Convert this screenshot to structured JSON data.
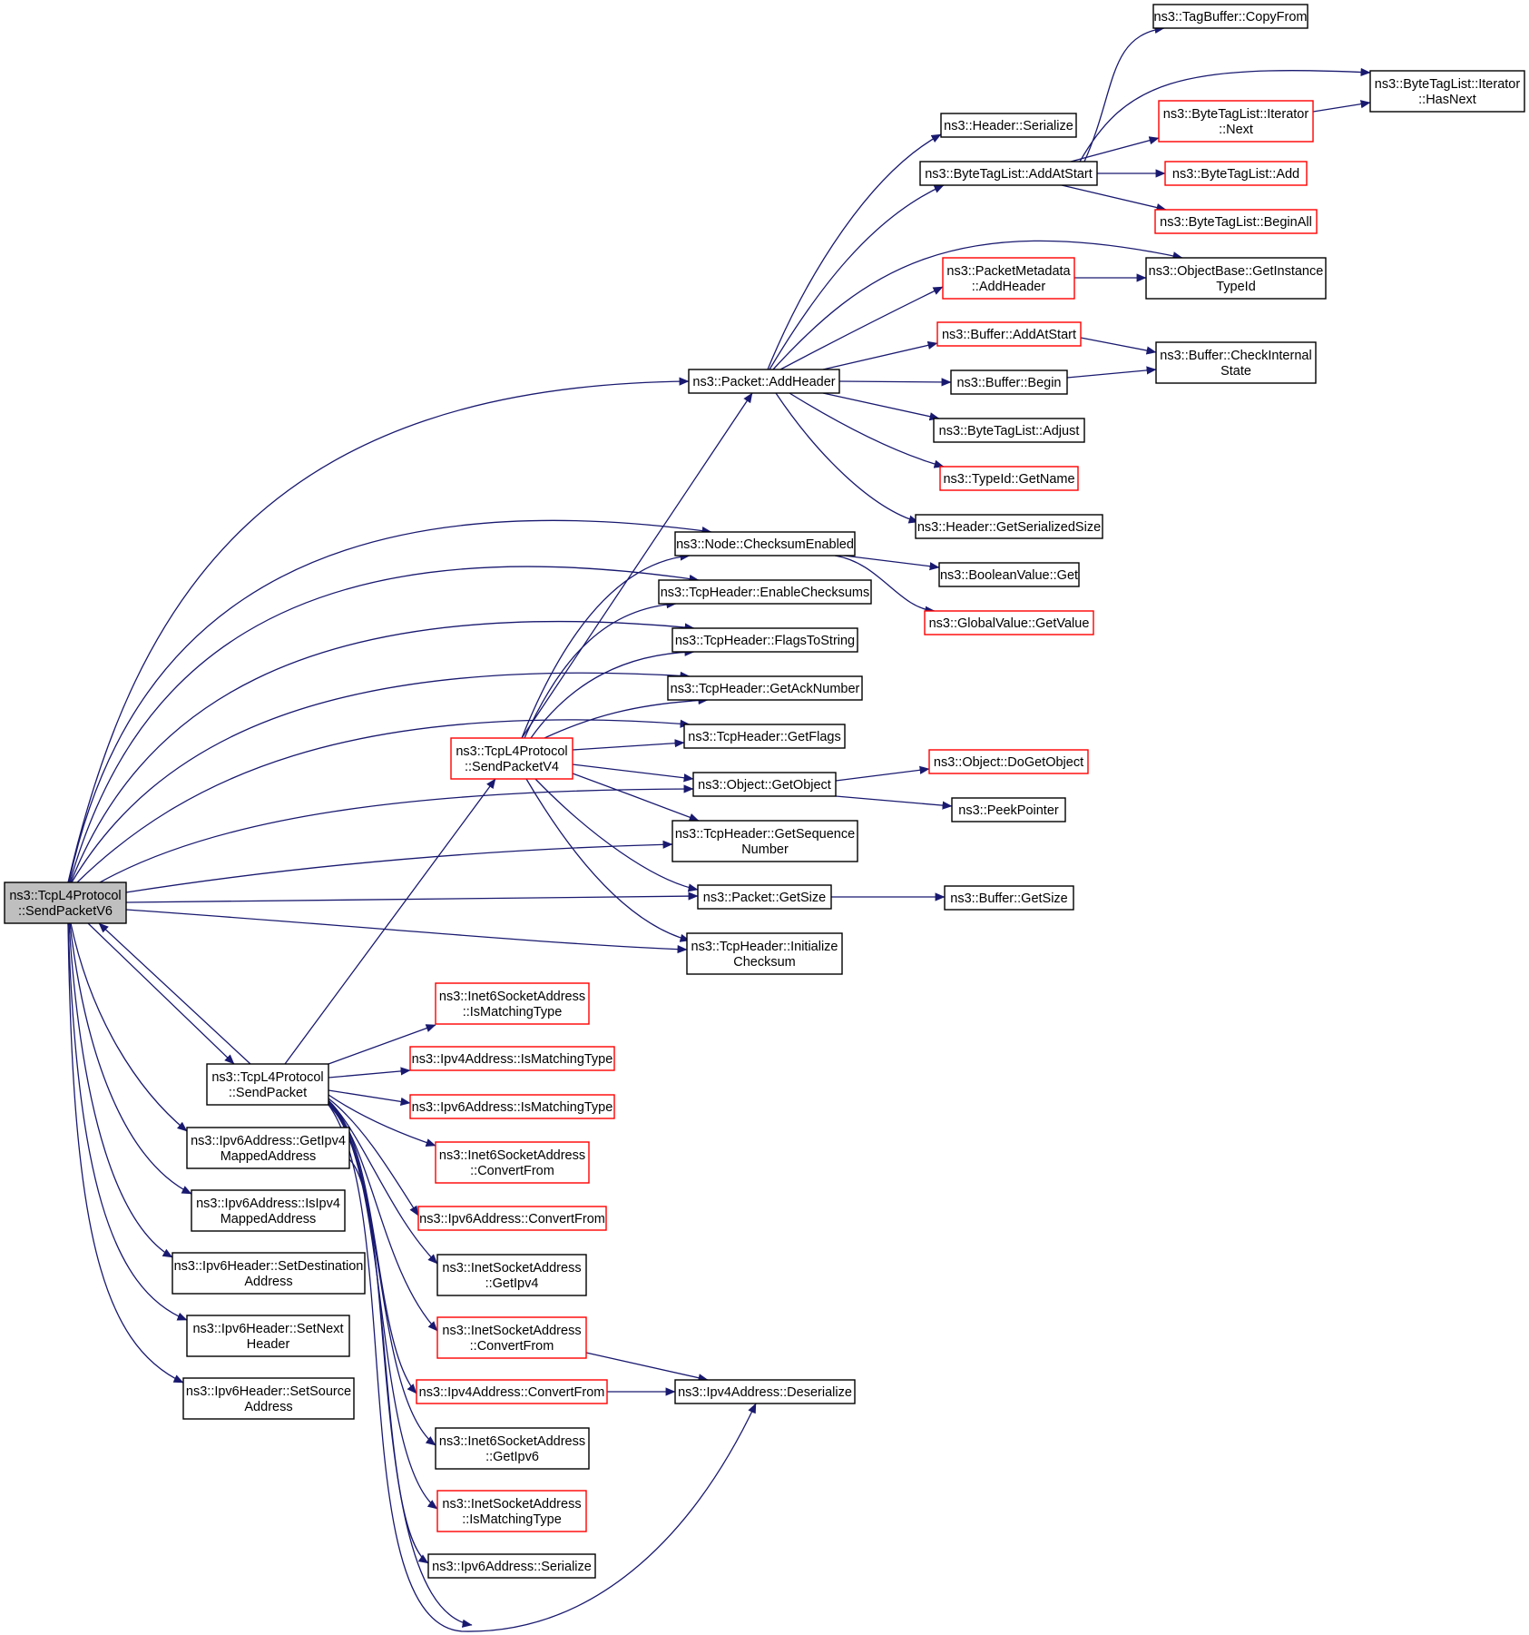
{
  "colors": {
    "edge": "#191970",
    "border_normal": "#000000",
    "border_truncated": "#ff0000",
    "root_fill": "#bfbfbf",
    "node_fill": "#ffffff"
  },
  "nodes": [
    {
      "id": "root",
      "lines": [
        "ns3::TcpL4Protocol",
        "::SendPacketV6"
      ],
      "style": "root"
    },
    {
      "id": "sendpacket",
      "lines": [
        "ns3::TcpL4Protocol",
        "::SendPacket"
      ],
      "style": "normal"
    },
    {
      "id": "getipv4mapped",
      "lines": [
        "ns3::Ipv6Address::GetIpv4",
        "MappedAddress"
      ],
      "style": "normal"
    },
    {
      "id": "isipv4mapped",
      "lines": [
        "ns3::Ipv6Address::IsIpv4",
        "MappedAddress"
      ],
      "style": "normal"
    },
    {
      "id": "setdest",
      "lines": [
        "ns3::Ipv6Header::SetDestination",
        "Address"
      ],
      "style": "normal"
    },
    {
      "id": "setnext",
      "lines": [
        "ns3::Ipv6Header::SetNext",
        "Header"
      ],
      "style": "normal"
    },
    {
      "id": "setsource",
      "lines": [
        "ns3::Ipv6Header::SetSource",
        "Address"
      ],
      "style": "normal"
    },
    {
      "id": "sendpacketv4",
      "lines": [
        "ns3::TcpL4Protocol",
        "::SendPacketV4"
      ],
      "style": "truncated"
    },
    {
      "id": "inet6ismatch",
      "lines": [
        "ns3::Inet6SocketAddress",
        "::IsMatchingType"
      ],
      "style": "truncated"
    },
    {
      "id": "ipv4ismatch",
      "lines": [
        "ns3::Ipv4Address::IsMatchingType"
      ],
      "style": "truncated"
    },
    {
      "id": "ipv6ismatch",
      "lines": [
        "ns3::Ipv6Address::IsMatchingType"
      ],
      "style": "truncated"
    },
    {
      "id": "inet6convert",
      "lines": [
        "ns3::Inet6SocketAddress",
        "::ConvertFrom"
      ],
      "style": "truncated"
    },
    {
      "id": "ipv6convert",
      "lines": [
        "ns3::Ipv6Address::ConvertFrom"
      ],
      "style": "truncated"
    },
    {
      "id": "inetgetipv4",
      "lines": [
        "ns3::InetSocketAddress",
        "::GetIpv4"
      ],
      "style": "normal"
    },
    {
      "id": "inetconvert",
      "lines": [
        "ns3::InetSocketAddress",
        "::ConvertFrom"
      ],
      "style": "truncated"
    },
    {
      "id": "ipv4convert",
      "lines": [
        "ns3::Ipv4Address::ConvertFrom"
      ],
      "style": "truncated"
    },
    {
      "id": "inet6getipv6",
      "lines": [
        "ns3::Inet6SocketAddress",
        "::GetIpv6"
      ],
      "style": "normal"
    },
    {
      "id": "inetismatch",
      "lines": [
        "ns3::InetSocketAddress",
        "::IsMatchingType"
      ],
      "style": "truncated"
    },
    {
      "id": "ipv6serialize",
      "lines": [
        "ns3::Ipv6Address::Serialize"
      ],
      "style": "normal"
    },
    {
      "id": "ipv4deserialize",
      "lines": [
        "ns3::Ipv4Address::Deserialize"
      ],
      "style": "normal"
    },
    {
      "id": "addheader",
      "lines": [
        "ns3::Packet::AddHeader"
      ],
      "style": "normal"
    },
    {
      "id": "checksumenabled",
      "lines": [
        "ns3::Node::ChecksumEnabled"
      ],
      "style": "normal"
    },
    {
      "id": "enablechecksums",
      "lines": [
        "ns3::TcpHeader::EnableChecksums"
      ],
      "style": "normal"
    },
    {
      "id": "flagstostring",
      "lines": [
        "ns3::TcpHeader::FlagsToString"
      ],
      "style": "normal"
    },
    {
      "id": "getacknumber",
      "lines": [
        "ns3::TcpHeader::GetAckNumber"
      ],
      "style": "normal"
    },
    {
      "id": "getflags",
      "lines": [
        "ns3::TcpHeader::GetFlags"
      ],
      "style": "normal"
    },
    {
      "id": "getobject",
      "lines": [
        "ns3::Object::GetObject"
      ],
      "style": "normal"
    },
    {
      "id": "getseqnum",
      "lines": [
        "ns3::TcpHeader::GetSequence",
        "Number"
      ],
      "style": "normal"
    },
    {
      "id": "packetgetsize",
      "lines": [
        "ns3::Packet::GetSize"
      ],
      "style": "normal"
    },
    {
      "id": "initchecksum",
      "lines": [
        "ns3::TcpHeader::Initialize",
        "Checksum"
      ],
      "style": "normal"
    },
    {
      "id": "headerserialize",
      "lines": [
        "ns3::Header::Serialize"
      ],
      "style": "normal"
    },
    {
      "id": "btladdatstart",
      "lines": [
        "ns3::ByteTagList::AddAtStart"
      ],
      "style": "normal"
    },
    {
      "id": "pmaddheader",
      "lines": [
        "ns3::PacketMetadata",
        "::AddHeader"
      ],
      "style": "truncated"
    },
    {
      "id": "bufaddatstart",
      "lines": [
        "ns3::Buffer::AddAtStart"
      ],
      "style": "truncated"
    },
    {
      "id": "bufbegin",
      "lines": [
        "ns3::Buffer::Begin"
      ],
      "style": "normal"
    },
    {
      "id": "btladjust",
      "lines": [
        "ns3::ByteTagList::Adjust"
      ],
      "style": "normal"
    },
    {
      "id": "typeidgetname",
      "lines": [
        "ns3::TypeId::GetName"
      ],
      "style": "truncated"
    },
    {
      "id": "headergetsersize",
      "lines": [
        "ns3::Header::GetSerializedSize"
      ],
      "style": "normal"
    },
    {
      "id": "boolget",
      "lines": [
        "ns3::BooleanValue::Get"
      ],
      "style": "normal"
    },
    {
      "id": "gvgetvalue",
      "lines": [
        "ns3::GlobalValue::GetValue"
      ],
      "style": "truncated"
    },
    {
      "id": "dogetobject",
      "lines": [
        "ns3::Object::DoGetObject"
      ],
      "style": "truncated"
    },
    {
      "id": "peekpointer",
      "lines": [
        "ns3::PeekPointer"
      ],
      "style": "normal"
    },
    {
      "id": "bufgetsize",
      "lines": [
        "ns3::Buffer::GetSize"
      ],
      "style": "normal"
    },
    {
      "id": "tagbufcopy",
      "lines": [
        "ns3::TagBuffer::CopyFrom"
      ],
      "style": "normal"
    },
    {
      "id": "btliternext",
      "lines": [
        "ns3::ByteTagList::Iterator",
        "::Next"
      ],
      "style": "truncated"
    },
    {
      "id": "btladd",
      "lines": [
        "ns3::ByteTagList::Add"
      ],
      "style": "truncated"
    },
    {
      "id": "btlbeginall",
      "lines": [
        "ns3::ByteTagList::BeginAll"
      ],
      "style": "truncated"
    },
    {
      "id": "objgetinstance",
      "lines": [
        "ns3::ObjectBase::GetInstance",
        "TypeId"
      ],
      "style": "normal"
    },
    {
      "id": "bufcheckinternal",
      "lines": [
        "ns3::Buffer::CheckInternal",
        "State"
      ],
      "style": "normal"
    },
    {
      "id": "btliterhasnext",
      "lines": [
        "ns3::ByteTagList::Iterator",
        "::HasNext"
      ],
      "style": "normal"
    }
  ]
}
